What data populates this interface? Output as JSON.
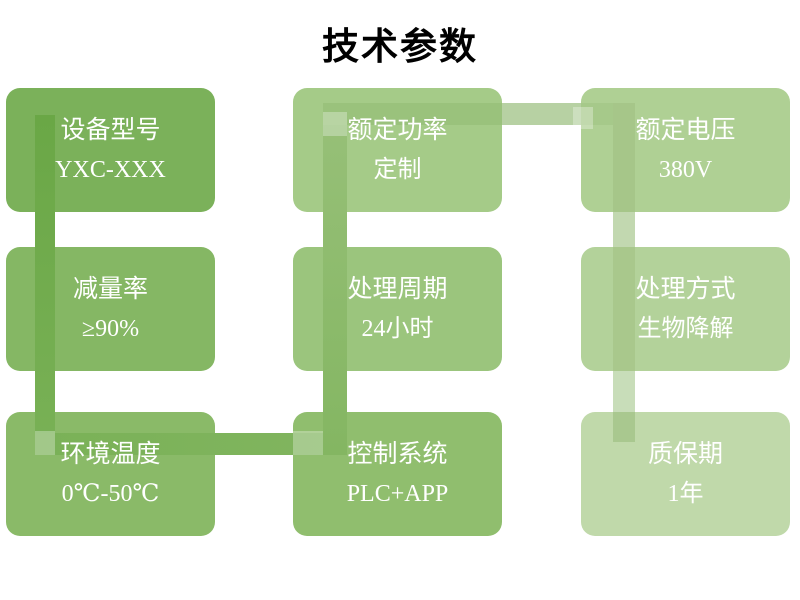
{
  "title": "技术参数",
  "cards": [
    {
      "label": "设备型号",
      "value": "YXC-XXX",
      "fill": "#7BB15A"
    },
    {
      "label": "额定功率",
      "value": "定制",
      "fill": "#A5CB88"
    },
    {
      "label": "额定电压",
      "value": "380V",
      "fill": "#AFD094"
    },
    {
      "label": "减量率",
      "value": "≥90%",
      "fill": "#85B764"
    },
    {
      "label": "处理周期",
      "value": "24小时",
      "fill": "#9BC57D"
    },
    {
      "label": "处理方式",
      "value": "生物降解",
      "fill": "#B3D29A"
    },
    {
      "label": "环境温度",
      "value": "0℃-50℃",
      "fill": "#8ABA68"
    },
    {
      "label": "控制系统",
      "value": "PLC+APP",
      "fill": "#90BE6E"
    },
    {
      "label": "质保期",
      "value": "1年",
      "fill": "#C0D9AA"
    }
  ],
  "connector": {
    "style": "snake-path",
    "order": [
      "设备型号",
      "减量率",
      "环境温度",
      "控制系统",
      "处理周期",
      "额定功率",
      "额定电压",
      "处理方式",
      "质保期"
    ],
    "color_start": "#69A84A",
    "color_end": "#C8DDB9"
  },
  "text_color": "#FFFFFF",
  "title_color": "#000000",
  "background_color": "#FFFFFF"
}
